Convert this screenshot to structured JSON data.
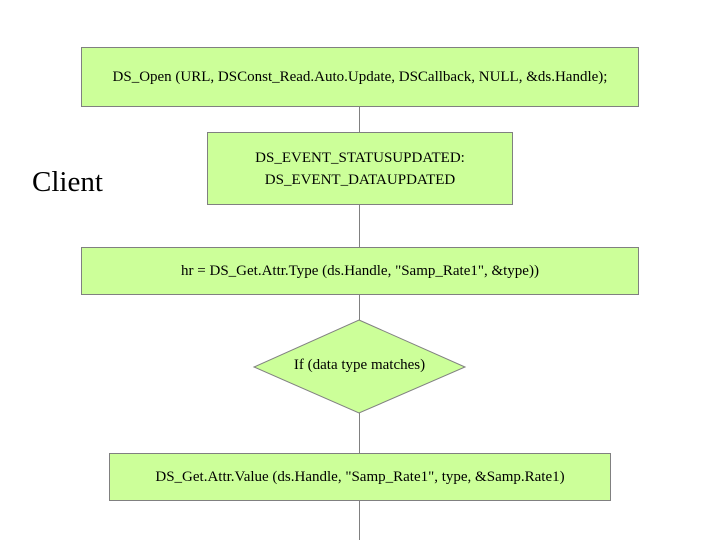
{
  "side_label": "Client",
  "steps": {
    "open": "DS_Open (URL, DSConst_Read.Auto.Update,   DSCallback, NULL, &ds.Handle);",
    "events": [
      "DS_EVENT_STATUSUPDATED:",
      "DS_EVENT_DATAUPDATED"
    ],
    "get_type": "hr = DS_Get.Attr.Type (ds.Handle, \"Samp_Rate1\", &type))",
    "condition": "If (data type  matches)",
    "get_value": "DS_Get.Attr.Value (ds.Handle, \"Samp_Rate1\", type, &Samp.Rate1)"
  },
  "colors": {
    "box_fill": "#ccff99",
    "border": "#808080"
  }
}
